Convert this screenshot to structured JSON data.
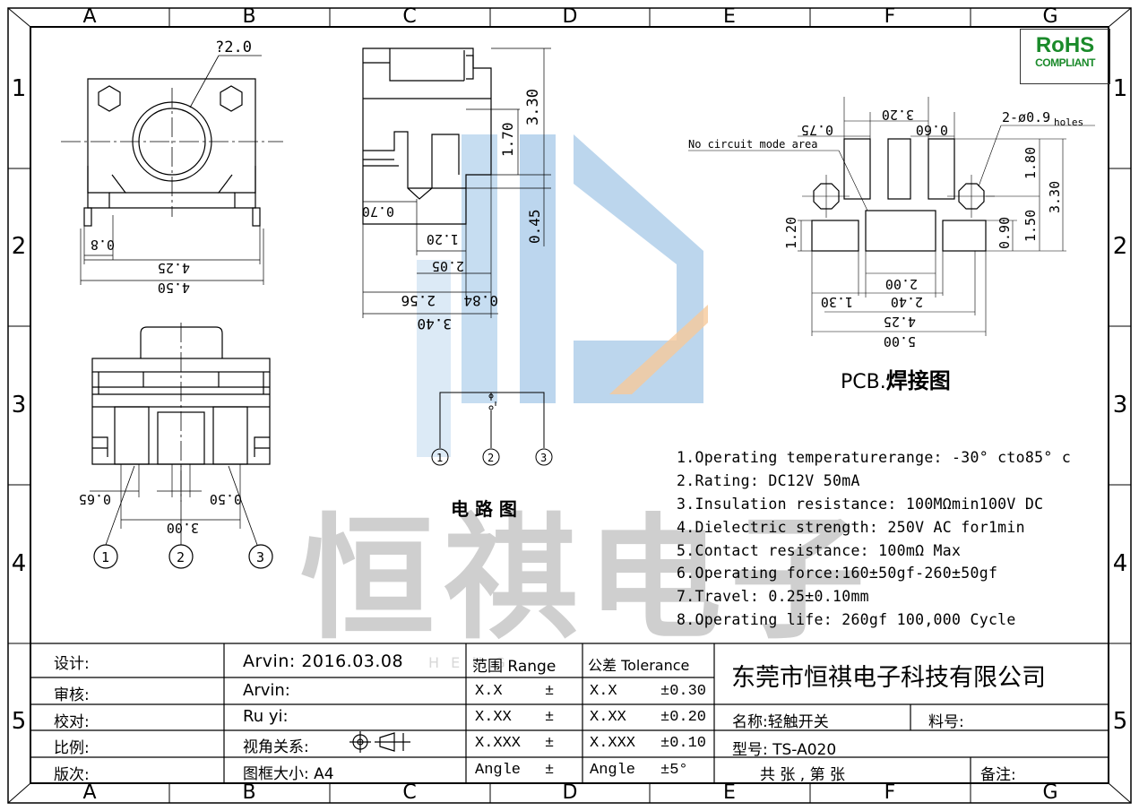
{
  "zones": {
    "cols": [
      "A",
      "B",
      "C",
      "D",
      "E",
      "F",
      "G"
    ],
    "rows": [
      "1",
      "2",
      "3",
      "4",
      "5"
    ]
  },
  "rohs": {
    "line1": "RoHS",
    "line2": "COMPLIANT"
  },
  "watermark": {
    "chars": "恒祺电子"
  },
  "top_view": {
    "hole_label": "?2.0",
    "dim_08": "0.8",
    "dim_425": "4.25",
    "dim_450": "4.50"
  },
  "side_view": {
    "dim_330": "3.30",
    "dim_170": "1.70",
    "dim_045": "0.45",
    "dim_070": "0.70",
    "dim_120": "1.20",
    "dim_205": "2.05",
    "dim_256": "2.56",
    "dim_084": "0.84",
    "dim_340": "3.40"
  },
  "front_view": {
    "dim_065": "0.65",
    "dim_050": "0.50",
    "dim_300": "3.00",
    "pins": [
      "1",
      "2",
      "3"
    ]
  },
  "circuit": {
    "title": "电 路 图",
    "pins": [
      "1",
      "2",
      "3"
    ]
  },
  "pcb": {
    "no_circuit": "No circuit mode area",
    "holes_label_main": "2-ø0.9",
    "holes_label_sub": "holes",
    "dim_075": "0.75",
    "dim_320": "3.20",
    "dim_060": "0.60",
    "dim_180": "1.80",
    "dim_330": "3.30",
    "dim_150": "1.50",
    "dim_090": "0.90",
    "dim_120": "1.20",
    "dim_200": "2.00",
    "dim_130": "1.30",
    "dim_240": "2.40",
    "dim_425": "4.25",
    "dim_500": "5.00",
    "caption_prefix": "PCB.",
    "caption_cn": "焊接图"
  },
  "specs": [
    "1.Operating temperaturerange: -30° cto85° c",
    "2.Rating: DC12V 50mA",
    "3.Insulation resistance: 100MΩmin100V DC",
    "4.Dielectric strength: 250V AC for1min",
    "5.Contact resistance: 100mΩ Max",
    "6.Operating force:160±50gf-260±50gf",
    "7.Travel: 0.25±0.10mm",
    "8.Operating life: 260gf 100,000 Cycle"
  ],
  "title_block": {
    "design_label": "设计:",
    "design_value": "Arvin:  2016.03.08",
    "review_label": "审核:",
    "review_value": "Arvin:",
    "check_label": "校对:",
    "check_value": "Ru  yi:",
    "scale_label": "比例:",
    "view_label": "视角关系:",
    "version_label": "版次:",
    "frame_label": "图框大小:  A4",
    "range_header": "范围 Range",
    "tol_header": "公差 Tolerance",
    "range_rows": [
      "X.X",
      "X.XX",
      "X.XXX",
      "Angle"
    ],
    "range_pm": [
      "±",
      "±",
      "±",
      "±"
    ],
    "tol_rows": [
      "X.X",
      "X.XX",
      "X.XXX",
      "Angle"
    ],
    "tol_vals": [
      "±0.30",
      "±0.20",
      "±0.10",
      "±5°"
    ],
    "company": "东莞市恒祺电子科技有限公司",
    "name_label": "名称:轻触开关",
    "part_label": "料号:",
    "model_label": "型号: TS-A020",
    "sheets": "共   张 , 第   张",
    "remarks": "备注:",
    "faint": "H E N G"
  }
}
